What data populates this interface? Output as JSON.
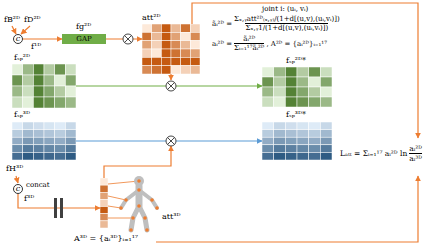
{
  "diagram": {
    "nodes": [
      {
        "text": [
          "c"
        ]
      },
      {
        "text": [
          "fg²ᴰ",
          "GAP"
        ]
      },
      {
        "text": [
          "att²ᴰ"
        ]
      },
      {
        "text": [
          "fₛₚ²ᴰ"
        ]
      },
      {
        "text": [
          "fₛₚ³ᴰ"
        ]
      },
      {
        "text": [
          "fₛₚ²ᴰ*"
        ]
      },
      {
        "text": [
          "fₛₚ³ᴰ*"
        ]
      },
      {
        "text": [
          "c"
        ]
      },
      {
        "text": [
          "att³ᴰ"
        ]
      }
    ],
    "edges": [
      {
        "from": 0,
        "to": 1,
        "arrow": "to",
        "label": "f¹ᴰ"
      },
      {
        "from": 1,
        "to": 2,
        "arrow": "to"
      },
      {
        "from": 3,
        "to": 5,
        "arrow": "to"
      },
      {
        "from": 4,
        "to": 6,
        "arrow": "to"
      },
      {
        "from": 7,
        "to": 8,
        "arrow": "to",
        "label": "f³ᴰ"
      }
    ],
    "labels": [
      "fB²ᴰ",
      "fD²ᴰ",
      "joint i: (uᵢ, vᵢ)",
      "ãᵢ²ᴰ =",
      "Σₓ,ᵧatt²ᴰ₍ₓ,ᵧ₎/(1+d[(u,v),(uᵢ,vᵢ)])",
      "Σₓ,ᵧ1/(1+d[(u,v),(uᵢ,vᵢ)])",
      "aᵢ²ᴰ =",
      "ãᵢ²ᴰ",
      "Σᵢ₌₁¹⁷ãᵢ²ᴰ",
      ", A²ᴰ = {aᵢ²ᴰ}ᵢ₌₁¹⁷",
      "Lₐₜₜ = Σᵢ₌₁¹⁷ aᵢ²ᴰ ln",
      "aᵢ²ᴰ",
      "aᵢ³ᴰ",
      "fH³ᴰ",
      "concat",
      "A³ᴰ = {aᵢ³ᴰ}ᵢ₌₁¹⁷"
    ]
  }
}
